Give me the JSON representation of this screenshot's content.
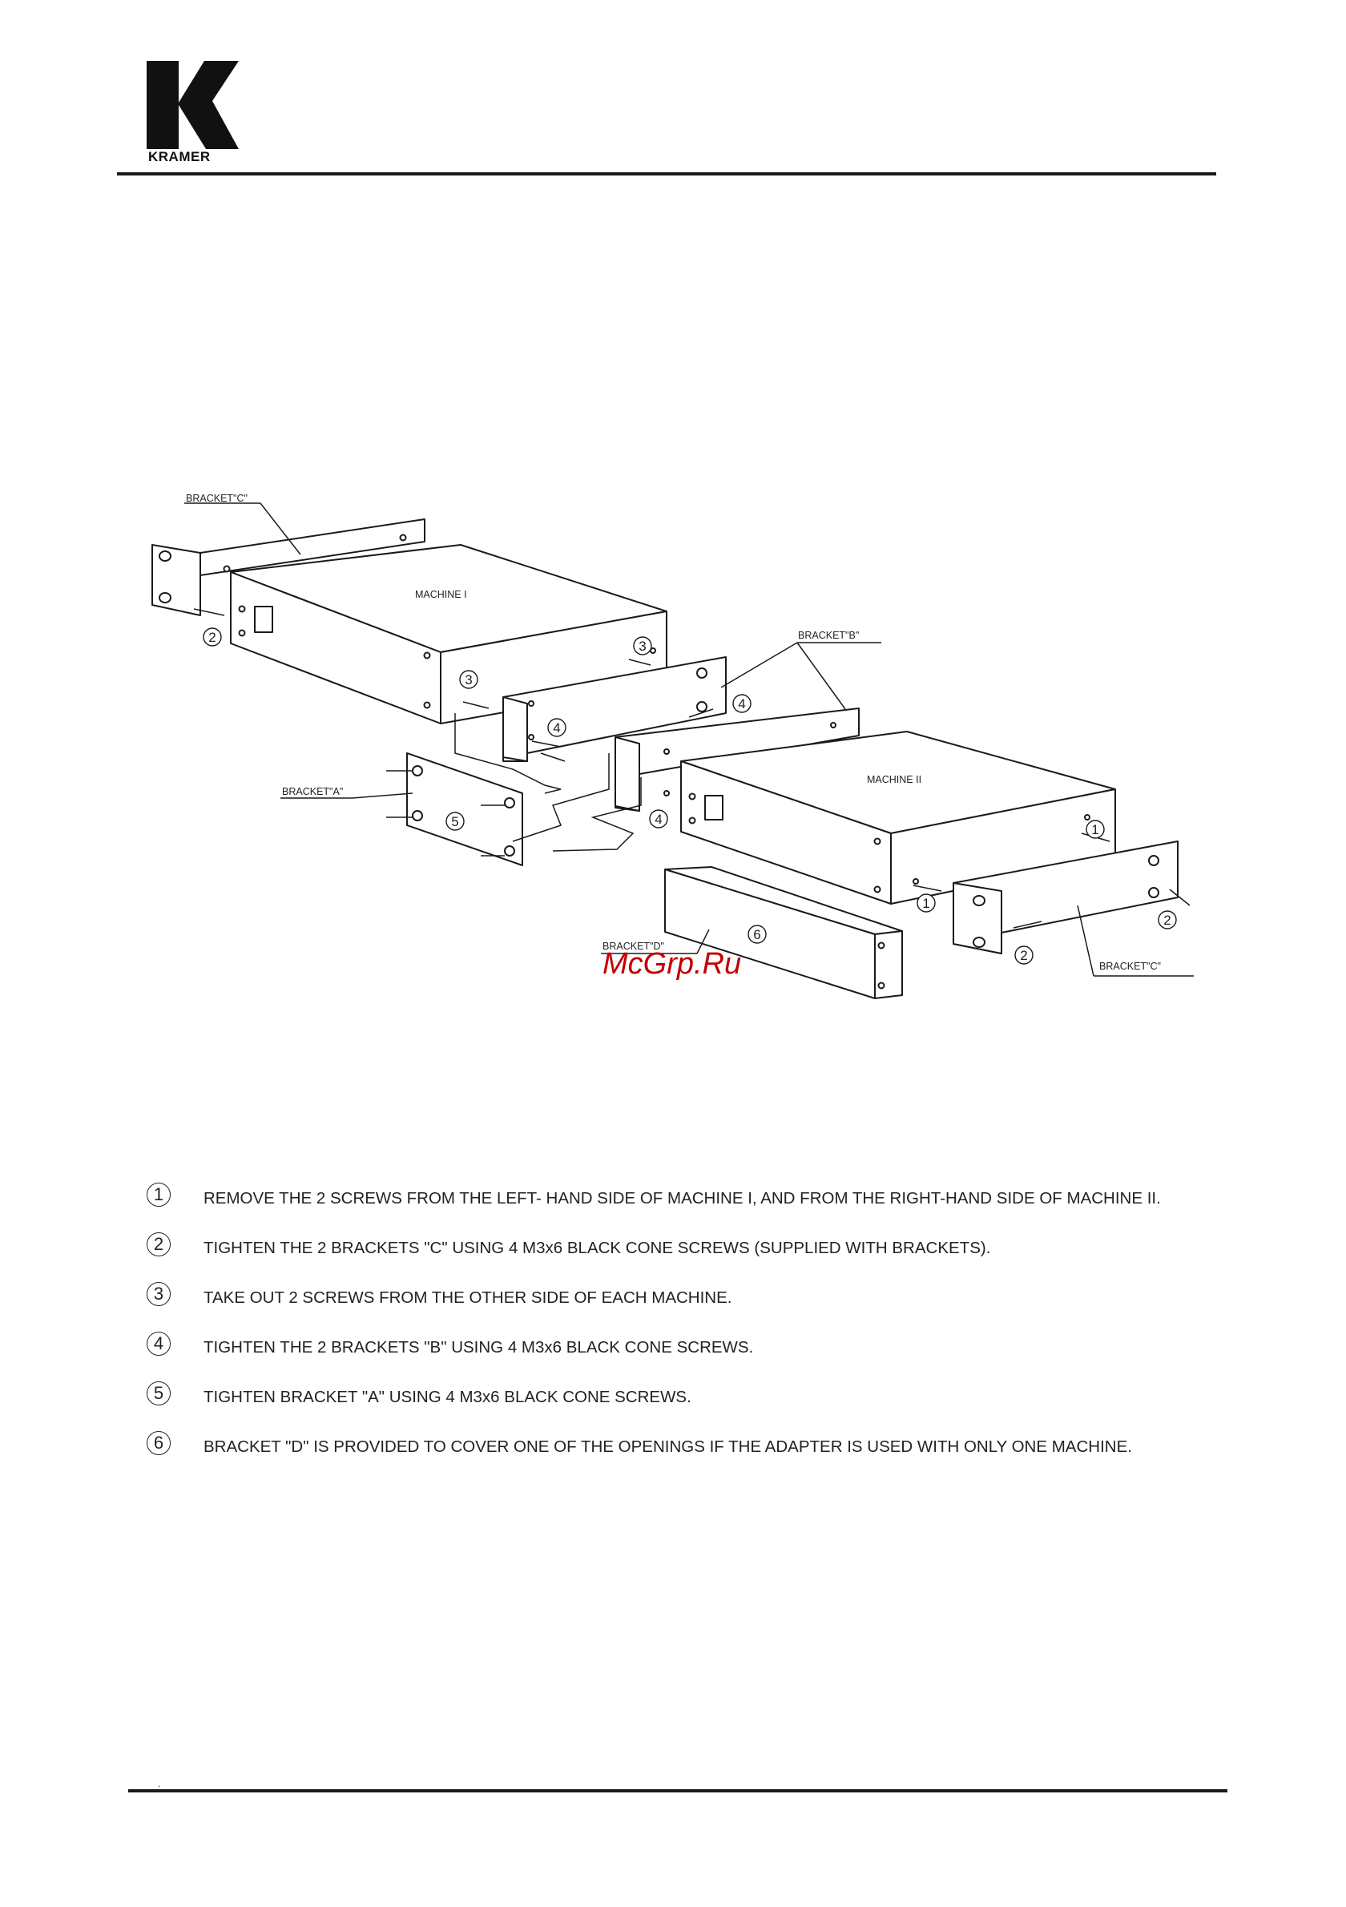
{
  "brand": {
    "name": "KRAMER"
  },
  "diagram": {
    "labels": {
      "bracket_c_top": "BRACKET\"C\"",
      "bracket_b": "BRACKET\"B\"",
      "bracket_a": "BRACKET\"A\"",
      "bracket_d": "BRACKET\"D\"",
      "bracket_c_bottom": "BRACKET\"C\"",
      "machine_1": "MACHINE I",
      "machine_2": "MACHINE II"
    },
    "callouts": [
      "1",
      "2",
      "3",
      "4",
      "5",
      "6"
    ],
    "watermark": "McGrp.Ru"
  },
  "steps": [
    {
      "number": "1",
      "text": "REMOVE THE 2 SCREWS FROM THE LEFT- HAND SIDE OF MACHINE I, AND FROM THE RIGHT-HAND SIDE OF MACHINE II."
    },
    {
      "number": "2",
      "text": "TIGHTEN THE 2 BRACKETS \"C\" USING 4 M3x6 BLACK CONE SCREWS (SUPPLIED WITH BRACKETS)."
    },
    {
      "number": "3",
      "text": "TAKE OUT 2 SCREWS FROM THE OTHER SIDE OF EACH MACHINE."
    },
    {
      "number": "4",
      "text": "TIGHTEN THE 2 BRACKETS \"B\" USING 4 M3x6 BLACK CONE SCREWS."
    },
    {
      "number": "5",
      "text": "TIGHTEN BRACKET \"A\" USING 4 M3x6 BLACK CONE SCREWS."
    },
    {
      "number": "6",
      "text": "BRACKET \"D\" IS PROVIDED TO COVER ONE OF THE OPENINGS IF THE ADAPTER IS USED WITH ONLY ONE MACHINE."
    }
  ],
  "footer": {
    "mark": "."
  }
}
